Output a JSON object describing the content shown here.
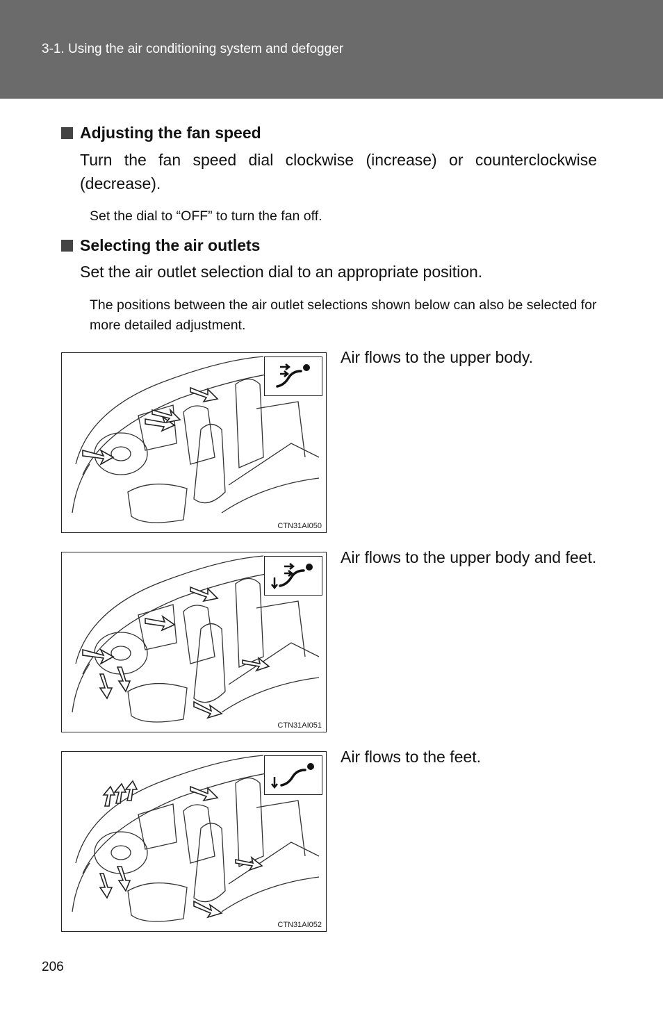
{
  "header": {
    "title": "3-1. Using the air conditioning system and defogger"
  },
  "fan_speed": {
    "heading": "Adjusting the fan speed",
    "body": "Turn the fan speed dial clockwise (increase) or counterclockwise (decrease).",
    "note": "Set the dial to “OFF” to turn the fan off."
  },
  "air_outlets": {
    "heading": "Selecting the air outlets",
    "body": "Set the air outlet selection dial to an appropriate position.",
    "note": "The positions between the air outlet selections shown below can also be selected for more detailed adjustment."
  },
  "figures": [
    {
      "code": "CTN31AI050",
      "caption": "Air flows to the upper body.",
      "icon": "face-vent-icon"
    },
    {
      "code": "CTN31AI051",
      "caption": "Air flows to the upper body and feet.",
      "icon": "bi-level-vent-icon"
    },
    {
      "code": "CTN31AI052",
      "caption": "Air flows to the feet.",
      "icon": "foot-vent-icon"
    }
  ],
  "page_number": "206"
}
